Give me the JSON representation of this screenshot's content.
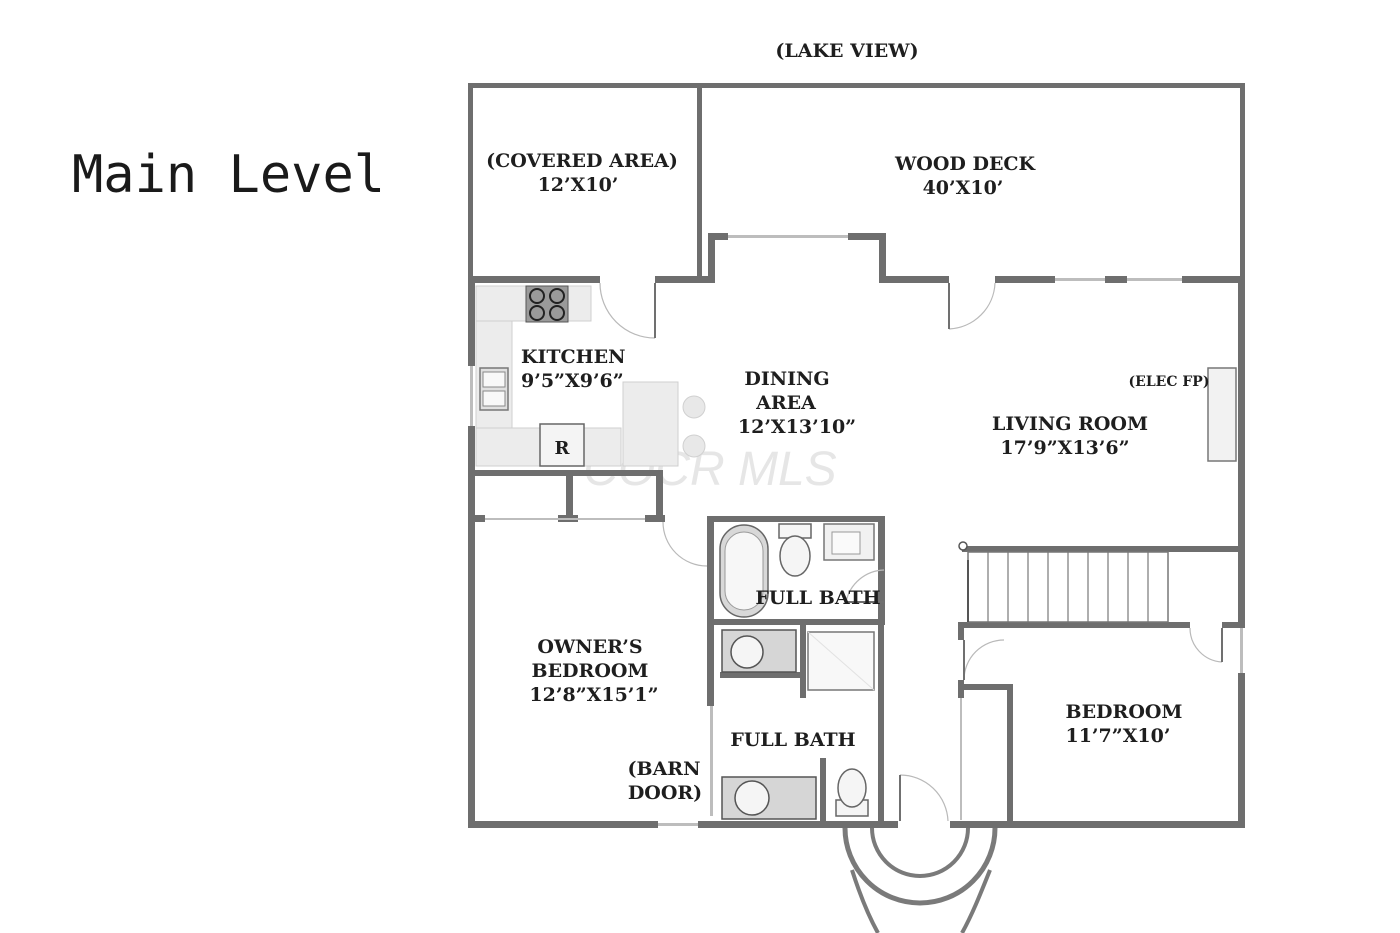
{
  "page_title": "Main Level",
  "orientation_label": "(LAKE VIEW)",
  "watermark": "COCR MLS",
  "rooms": {
    "covered_area": {
      "name": "(COVERED AREA)",
      "size": "12’X10’"
    },
    "wood_deck": {
      "name": "WOOD DECK",
      "size": "40’X10’"
    },
    "kitchen": {
      "name": "KITCHEN",
      "size": "9’5”X9’6”"
    },
    "dining_area": {
      "name_line1": "DINING",
      "name_line2": "AREA",
      "size": "12’X13’10”"
    },
    "living_room": {
      "name": "LIVING ROOM",
      "size": "17’9”X13’6”"
    },
    "owners_bedroom": {
      "name_line1": "OWNER’S",
      "name_line2": "BEDROOM",
      "size": "12’8”X15’1”"
    },
    "full_bath_upper": {
      "name": "FULL BATH"
    },
    "full_bath_lower": {
      "name": "FULL BATH"
    },
    "bedroom": {
      "name": "BEDROOM",
      "size": "11’7”X10’"
    }
  },
  "annotations": {
    "elec_fp": "(ELEC FP)",
    "refrigerator": "R",
    "barn_door_line1": "(BARN",
    "barn_door_line2": "DOOR)"
  },
  "colors": {
    "wall": "#6e6e6e",
    "fixture_fill": "#f1f1f1",
    "text": "#1e1e1e"
  }
}
